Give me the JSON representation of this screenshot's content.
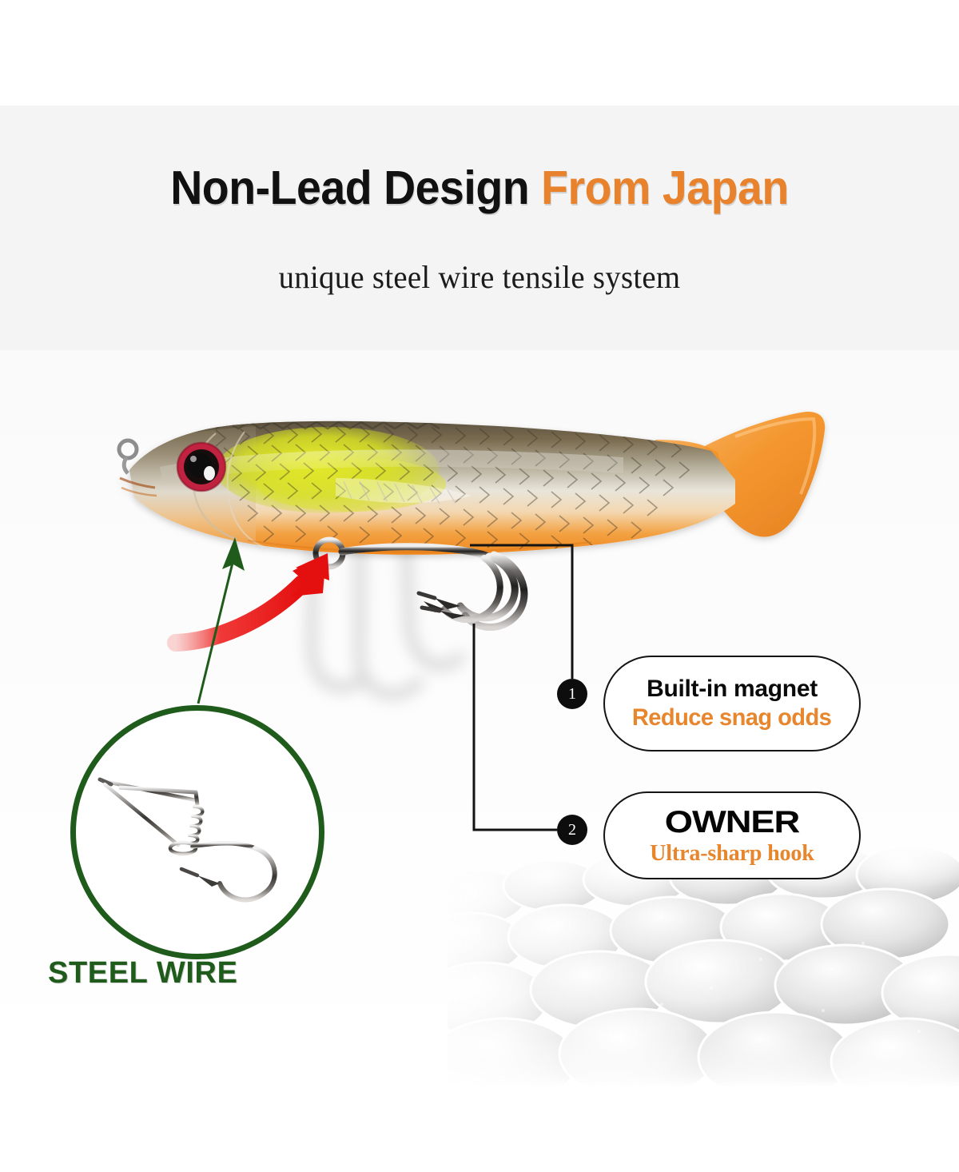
{
  "headline": {
    "part_black": "Non-Lead Design",
    "part_accent": "From Japan"
  },
  "subtitle": "unique steel wire tensile system",
  "colors": {
    "accent_orange": "#e8862e",
    "headline_orange": "#e8822c",
    "green": "#1f5c1c",
    "badge_black": "#0d0d0d",
    "band_gray": "#f4f4f4",
    "arrow_red": "#e8171a"
  },
  "detail_circle": {
    "label": "STEEL WIRE",
    "icon": "steel-wire-hook-rig"
  },
  "callouts": [
    {
      "number": "1",
      "title": "Built-in magnet",
      "subtitle": "Reduce snag odds",
      "subtitle_style": "sans"
    },
    {
      "number": "2",
      "title": "OWNER",
      "subtitle": "Ultra-sharp hook",
      "subtitle_style": "serif"
    }
  ],
  "product": {
    "type": "soft-paddle-tail-swimbait",
    "body_colors": {
      "back": "#6f6148",
      "flank_patch": "#d8e02a",
      "belly": "#f08a22",
      "tail": "#f2922a",
      "eye_ring": "#c0213f",
      "eye_pupil": "#140d0d"
    },
    "hook": "treble-hook",
    "motion_arrow": "hook-swings-up"
  }
}
